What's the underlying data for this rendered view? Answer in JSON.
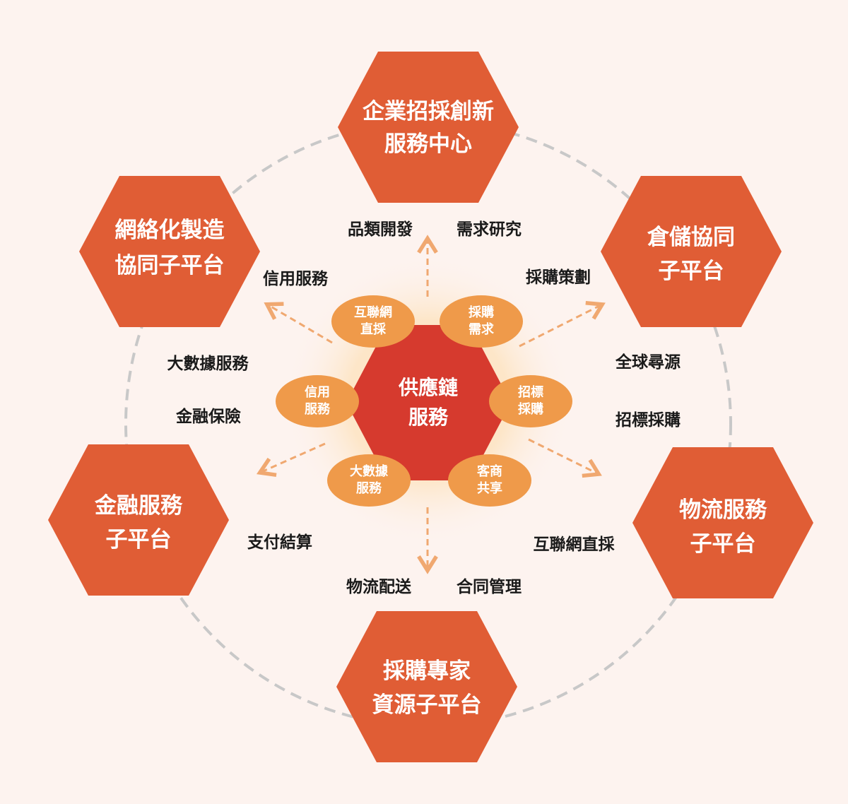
{
  "colors": {
    "background": "#fdf3ef",
    "outer_hex": "#e05d35",
    "center_hex": "#d63a2e",
    "chip": "#ef9a4a",
    "arrow": "#f0a870",
    "ring": "#c8c8c8",
    "label_text": "#1a1a1a"
  },
  "center": {
    "line1": "供應鏈",
    "line2": "服務"
  },
  "chips": [
    {
      "line1": "互聯網",
      "line2": "直採"
    },
    {
      "line1": "採購",
      "line2": "需求"
    },
    {
      "line1": "招標",
      "line2": "採購"
    },
    {
      "line1": "客商",
      "line2": "共享"
    },
    {
      "line1": "大數據",
      "line2": "服務"
    },
    {
      "line1": "信用",
      "line2": "服務"
    }
  ],
  "platforms": [
    {
      "line1": "企業招採創新",
      "line2": "服務中心"
    },
    {
      "line1": "倉儲協同",
      "line2": "子平台"
    },
    {
      "line1": "物流服務",
      "line2": "子平台"
    },
    {
      "line1": "採購專家",
      "line2": "資源子平台"
    },
    {
      "line1": "金融服務",
      "line2": "子平台"
    },
    {
      "line1": "網絡化製造",
      "line2": "協同子平台"
    }
  ],
  "labels": [
    "品類開發",
    "需求研究",
    "採購策劃",
    "全球尋源",
    "招標採購",
    "互聯網直採",
    "合同管理",
    "物流配送",
    "支付結算",
    "金融保險",
    "大數據服務",
    "信用服務"
  ]
}
